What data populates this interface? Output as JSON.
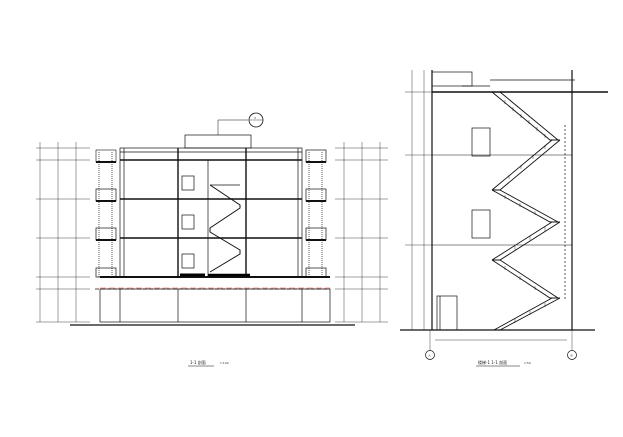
{
  "drawing": {
    "background": "#ffffff",
    "line_color": "#111111",
    "accent_color": "#ff0000",
    "left_section": {
      "callout": {
        "label": "",
        "number": "3"
      },
      "caption": "1-1 剖面",
      "caption_scale": "1:100"
    },
    "right_section": {
      "caption": "楼梯-1 1-1 剖面",
      "caption_scale": "1:50",
      "axis_left": "A",
      "axis_right": "B"
    }
  }
}
